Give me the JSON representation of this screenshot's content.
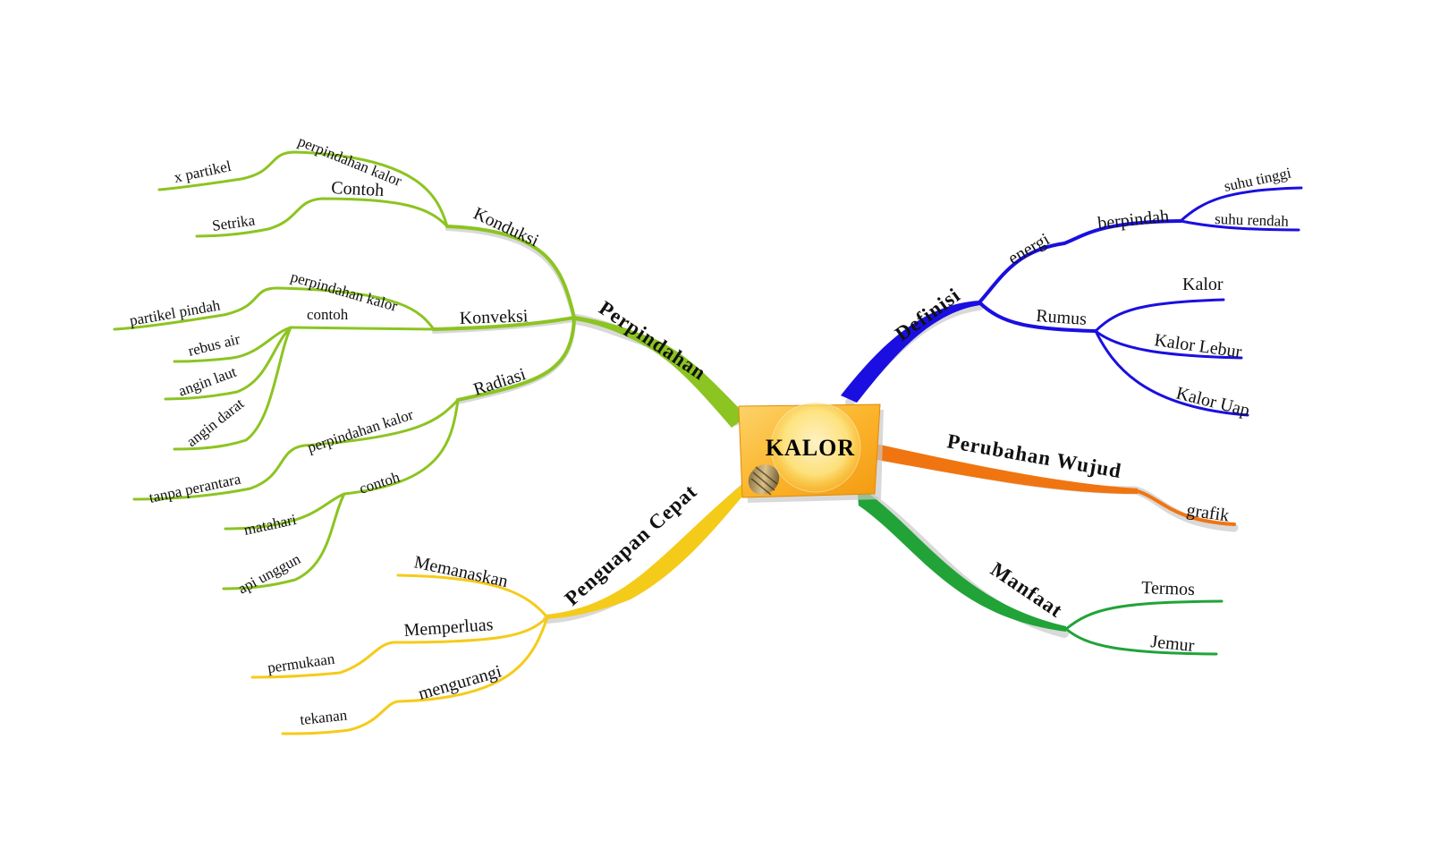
{
  "center": {
    "title": "KALOR"
  },
  "colors": {
    "perpindahan": "#8cc421",
    "definisi": "#1a0fe0",
    "perubahan": "#f07511",
    "manfaat": "#21a338",
    "penguapan": "#f5cb1a"
  },
  "branches": {
    "perpindahan": {
      "label": "Perpindahan",
      "konduksi": {
        "label": "Konduksi",
        "perpindahan_kalor": "perpindahan kalor",
        "x_partikel": "x partikel",
        "contoh": "Contoh",
        "setrika": "Setrika"
      },
      "konveksi": {
        "label": "Konveksi",
        "perpindahan_kalor": "perpindahan kalor",
        "partikel_pindah": "partikel pindah",
        "contoh": "contoh",
        "rebus_air": "rebus air",
        "angin_laut": "angin laut",
        "angin_darat": "angin darat"
      },
      "radiasi": {
        "label": "Radiasi",
        "perpindahan_kalor": "perpindahan kalor",
        "tanpa_perantara": "tanpa perantara",
        "contoh": "contoh",
        "matahari": "matahari",
        "api_unggun": "api unggun"
      }
    },
    "definisi": {
      "label": "Definisi",
      "energi": "energi",
      "berpindah": "berpindah",
      "suhu_tinggi": "suhu tinggi",
      "suhu_rendah": "suhu rendah",
      "rumus": "Rumus",
      "kalor": "Kalor",
      "kalor_lebur": "Kalor Lebur",
      "kalor_uap": "Kalor Uap"
    },
    "perubahan": {
      "label": "Perubahan Wujud",
      "grafik": "grafik"
    },
    "manfaat": {
      "label": "Manfaat",
      "termos": "Termos",
      "jemur": "Jemur"
    },
    "penguapan": {
      "label": "Penguapan Cepat",
      "memanaskan": "Memanaskan",
      "memperluas": "Memperluas",
      "permukaan": "permukaan",
      "mengurangi": "mengurangi",
      "tekanan": "tekanan"
    }
  }
}
